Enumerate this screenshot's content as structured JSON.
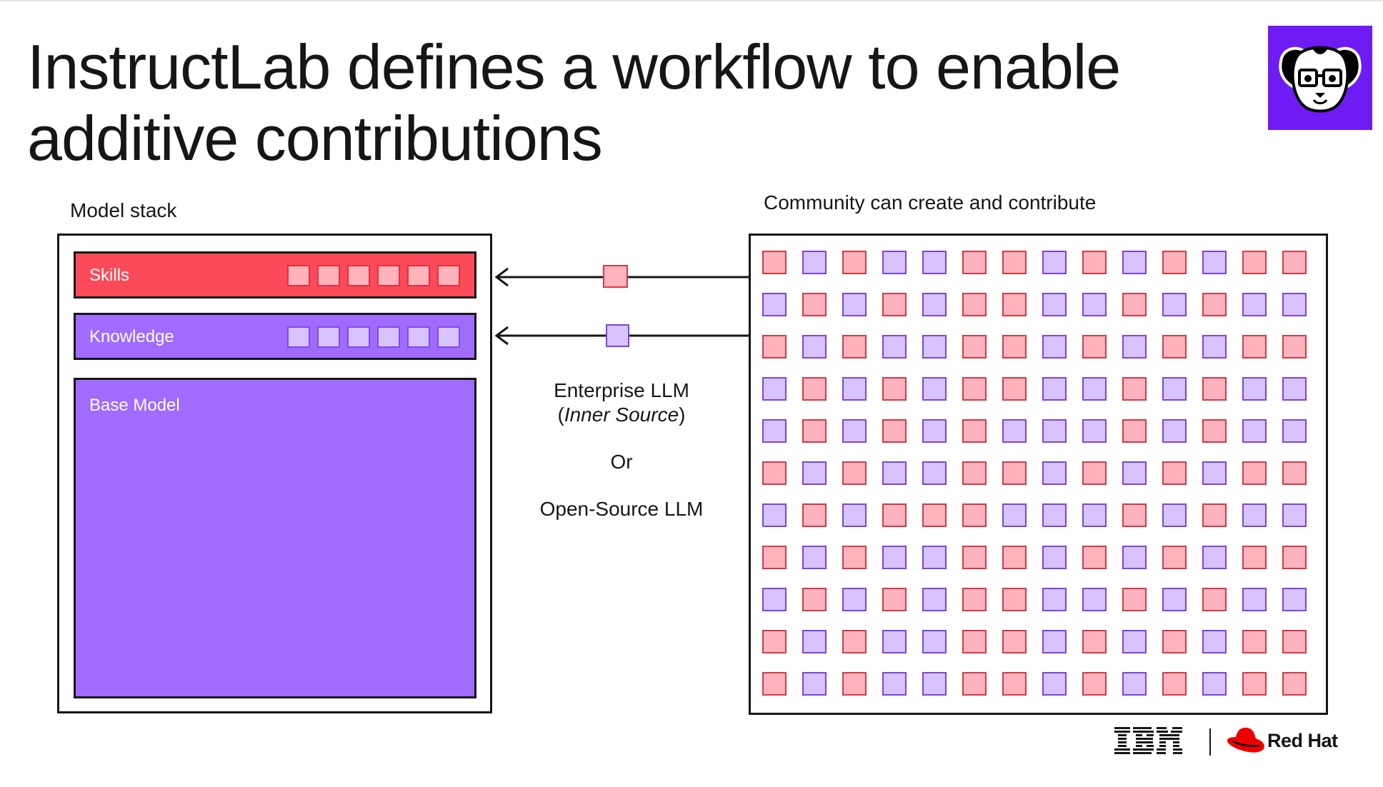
{
  "title": "InstructLab defines a workflow to enable additive contributions",
  "left_panel": {
    "heading": "Model stack",
    "layers": [
      {
        "label": "Skills"
      },
      {
        "label": "Knowledge"
      },
      {
        "label": "Base Model"
      }
    ]
  },
  "center": {
    "line1": "Enterprise LLM",
    "line2_open": "(",
    "line2_italic": "Inner Source",
    "line2_close": ")",
    "line3": "Or",
    "line4": "Open-Source LLM"
  },
  "right_panel": {
    "heading": "Community can create and contribute",
    "grid_rows": [
      [
        "r",
        "p",
        "r",
        "p",
        "p",
        "r",
        "r",
        "p",
        "r",
        "p",
        "r",
        "p",
        "r",
        "r"
      ],
      [
        "p",
        "r",
        "p",
        "r",
        "p",
        "r",
        "r",
        "p",
        "p",
        "r",
        "p",
        "r",
        "p",
        "p"
      ],
      [
        "r",
        "p",
        "r",
        "p",
        "p",
        "r",
        "r",
        "p",
        "r",
        "p",
        "r",
        "p",
        "r",
        "r"
      ],
      [
        "p",
        "r",
        "p",
        "r",
        "p",
        "r",
        "r",
        "p",
        "p",
        "r",
        "p",
        "r",
        "p",
        "p"
      ],
      [
        "p",
        "r",
        "p",
        "r",
        "p",
        "r",
        "p",
        "p",
        "p",
        "r",
        "p",
        "r",
        "p",
        "p"
      ],
      [
        "r",
        "p",
        "r",
        "p",
        "p",
        "r",
        "r",
        "p",
        "r",
        "p",
        "r",
        "p",
        "r",
        "r"
      ],
      [
        "p",
        "r",
        "p",
        "r",
        "r",
        "r",
        "p",
        "p",
        "p",
        "r",
        "p",
        "r",
        "p",
        "p"
      ],
      [
        "r",
        "p",
        "r",
        "p",
        "p",
        "r",
        "r",
        "p",
        "r",
        "p",
        "r",
        "p",
        "r",
        "r"
      ],
      [
        "p",
        "r",
        "p",
        "r",
        "p",
        "r",
        "r",
        "p",
        "p",
        "r",
        "p",
        "r",
        "p",
        "p"
      ],
      [
        "r",
        "p",
        "r",
        "p",
        "p",
        "r",
        "r",
        "p",
        "r",
        "p",
        "r",
        "p",
        "r",
        "r"
      ],
      [
        "r",
        "p",
        "r",
        "p",
        "p",
        "r",
        "r",
        "p",
        "r",
        "p",
        "r",
        "p",
        "r",
        "r"
      ]
    ]
  },
  "footer": {
    "ibm": "IBM",
    "redhat": "Red Hat"
  },
  "colors": {
    "skill_fill": "#fb4b5a",
    "knowledge_fill": "#a06bfe",
    "logo_bg": "#6f1cf4",
    "square_red": "#ffb3bc",
    "square_purple": "#d9c3ff"
  }
}
